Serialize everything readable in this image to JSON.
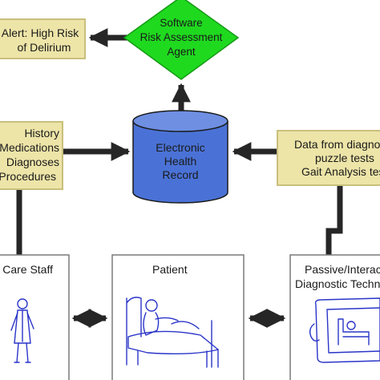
{
  "colors": {
    "note_fill": "#ede4a8",
    "note_stroke": "#c9bf7c",
    "agent_fill": "#1fd91f",
    "ehr_fill": "#4a72d6",
    "ehr_top": "#6e8fe2",
    "connector": "#262626"
  },
  "alert": {
    "line1": "Alert: High Risk",
    "line2": "of Delirium"
  },
  "agent": {
    "line1": "Software",
    "line2": "Risk Assessment",
    "line3": "Agent"
  },
  "history": {
    "line1": "History",
    "line2": "Medications",
    "line3": "Diagnoses",
    "line4": "Procedures"
  },
  "ehr": {
    "line1": "Electronic",
    "line2": "Health",
    "line3": "Record"
  },
  "diagnostics_data": {
    "line1": "Data from diagnostic",
    "line2": "puzzle tests",
    "line3": "Gait Analysis tests"
  },
  "care_staff": {
    "label": "Care Staff",
    "icon": "staff-figure-icon"
  },
  "patient": {
    "label": "Patient",
    "icon": "patient-in-bed-icon"
  },
  "tech": {
    "line1": "Passive/Interactive",
    "line2": "Diagnostic Technology",
    "icon": "tablet-device-icon"
  }
}
